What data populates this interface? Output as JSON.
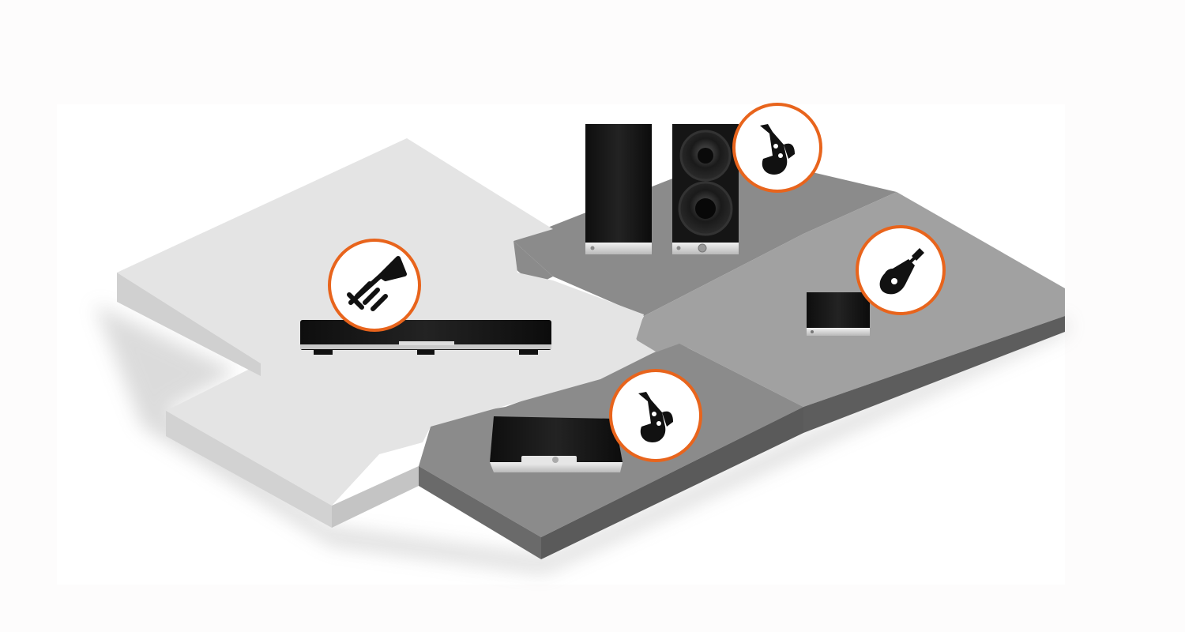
{
  "scene": {
    "background": "#fdfcfc",
    "panel_color": "#ffffff",
    "accent_ring_color": "#e8641c",
    "tile_colors": {
      "light_top": "#e4e4e4",
      "light_side": "#d2d2d2",
      "dark_top": "#8b8b8b",
      "mid_top": "#a1a1a1",
      "dark_side": "#5d5d5d"
    }
  },
  "devices": [
    {
      "kind": "soundbar",
      "instrument_icon": "trumpet-icon"
    },
    {
      "kind": "stereo-speakers",
      "instrument_icon": "saxophone-icon"
    },
    {
      "kind": "compact-speaker",
      "instrument_icon": "guitar-icon"
    },
    {
      "kind": "tabletop-speaker",
      "instrument_icon": "saxophone-icon"
    }
  ]
}
